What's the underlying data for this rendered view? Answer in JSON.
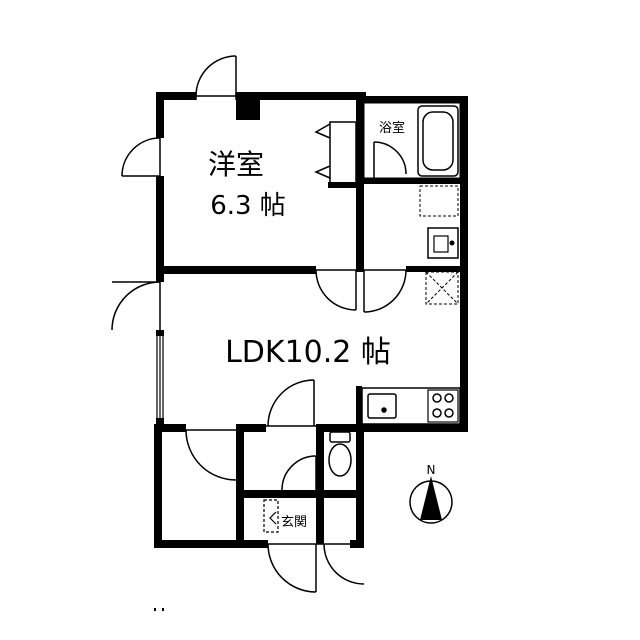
{
  "plan": {
    "rooms": {
      "western_room": {
        "name": "洋室",
        "size": "6.3 帖"
      },
      "ldk": {
        "label": "LDK10.2 帖"
      },
      "bath": {
        "label": "浴室"
      },
      "entrance": {
        "label": "玄関"
      }
    },
    "compass": {
      "north": "N"
    },
    "colors": {
      "wall": "#000000",
      "background": "#ffffff",
      "fixture": "#000000"
    }
  }
}
